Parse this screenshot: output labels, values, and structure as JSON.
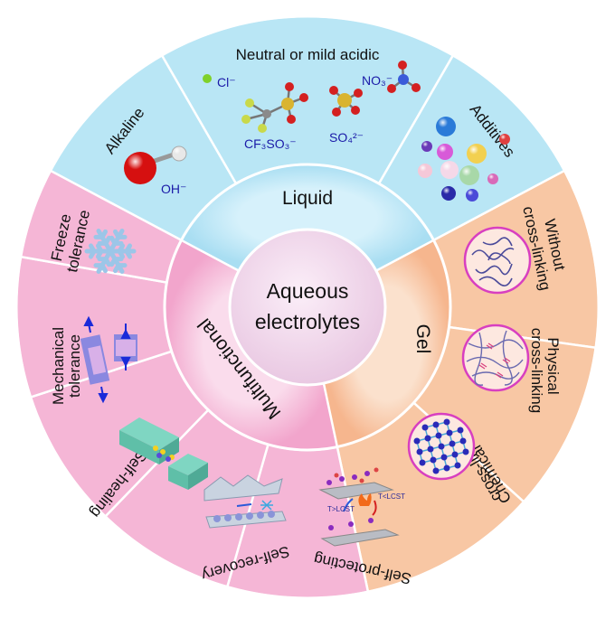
{
  "center": {
    "line1": "Aqueous",
    "line2": "electrolytes"
  },
  "ring": {
    "liquid": "Liquid",
    "gel": "Gel",
    "multifunctional": "Multifunctional"
  },
  "segments": {
    "alkaline": "Alkaline",
    "neutral": "Neutral or mild acidic",
    "additives": "Additives",
    "without_crosslinking": [
      "Without",
      "cross-linking"
    ],
    "physical_crosslinking": [
      "Physical",
      "cross-linking"
    ],
    "chemical_crosslinking": [
      "Chemical",
      "cross-linking"
    ],
    "self_protecting": "Self-protecting",
    "self_recovery": "Self-recovery",
    "self_healing": "Self-healing",
    "mechanical_tolerance": [
      "Mechanical",
      "tolerance"
    ],
    "freeze_tolerance": [
      "Freeze",
      "tolerance"
    ]
  },
  "chemicals": {
    "oh": "OH⁻",
    "cl": "Cl⁻",
    "no3": "NO₃⁻",
    "cf3so3": "CF₃SO₃⁻",
    "so4": "SO₄²⁻",
    "lcst_high": "T>LCST",
    "lcst_low": "T<LCST"
  },
  "colors": {
    "liquid": "#b9e6f5",
    "gel": "#f8c7a4",
    "multifunctional": "#f5b6d6",
    "center": "#f1d8ec",
    "ion_text": "#1a1aa8"
  },
  "icons": [
    "hydroxide-molecule-icon",
    "chloride-ion-icon",
    "triflate-molecule-icon",
    "sulfate-molecule-icon",
    "nitrate-molecule-icon",
    "additive-spheres-icon",
    "uncrosslinked-polymer-icon",
    "physical-crosslink-icon",
    "chemical-crosslink-icon",
    "self-protecting-icon",
    "self-recovery-icon",
    "self-healing-icon",
    "mechanical-stretch-icon",
    "snowflake-icon"
  ]
}
